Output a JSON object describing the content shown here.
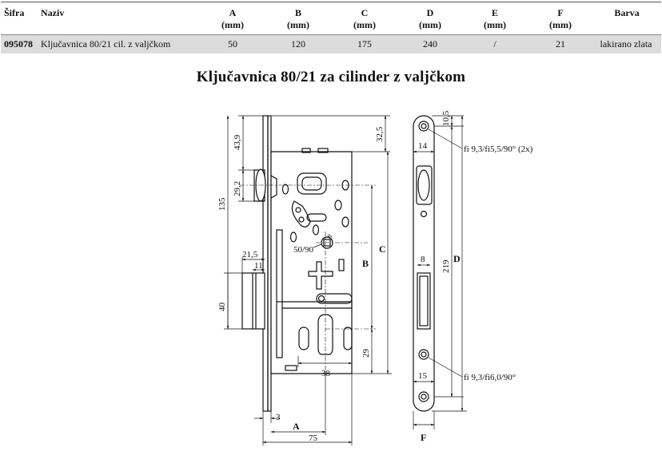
{
  "table": {
    "headers": {
      "code": "Šifra",
      "name": "Naziv",
      "a": "A",
      "b": "B",
      "c": "C",
      "d": "D",
      "e": "E",
      "f": "F",
      "unit": "(mm)",
      "color": "Barva"
    },
    "row": {
      "code": "095078",
      "name": "Ključavnica 80/21 cil. z valjčkom",
      "a": "50",
      "b": "120",
      "c": "175",
      "d": "240",
      "e": "/",
      "f": "21",
      "color": "lakirano zlata"
    }
  },
  "title": "Ključavnica 80/21 za cilinder z valjčkom",
  "drawing": {
    "dims": {
      "d43_9": "43,9",
      "d29_2": "29,2",
      "d135": "135",
      "d21_5": "21,5",
      "d11": "11",
      "d40": "40",
      "d3": "3",
      "d75": "75",
      "d38": "38",
      "d29": "29",
      "d32_5": "32,5",
      "d50_90": "50/90",
      "d8_small": "8",
      "d10_5": "10,5",
      "d14": "14",
      "d8": "8",
      "d219": "219",
      "d15": "15"
    },
    "letters": {
      "a": "A",
      "b": "B",
      "c": "C",
      "d": "D",
      "f": "F"
    },
    "notes": {
      "top_hole": "fi 9,3/fi5,5/90° (2x)",
      "bottom_hole": "fi 9,3/fi6,0/90°"
    }
  }
}
